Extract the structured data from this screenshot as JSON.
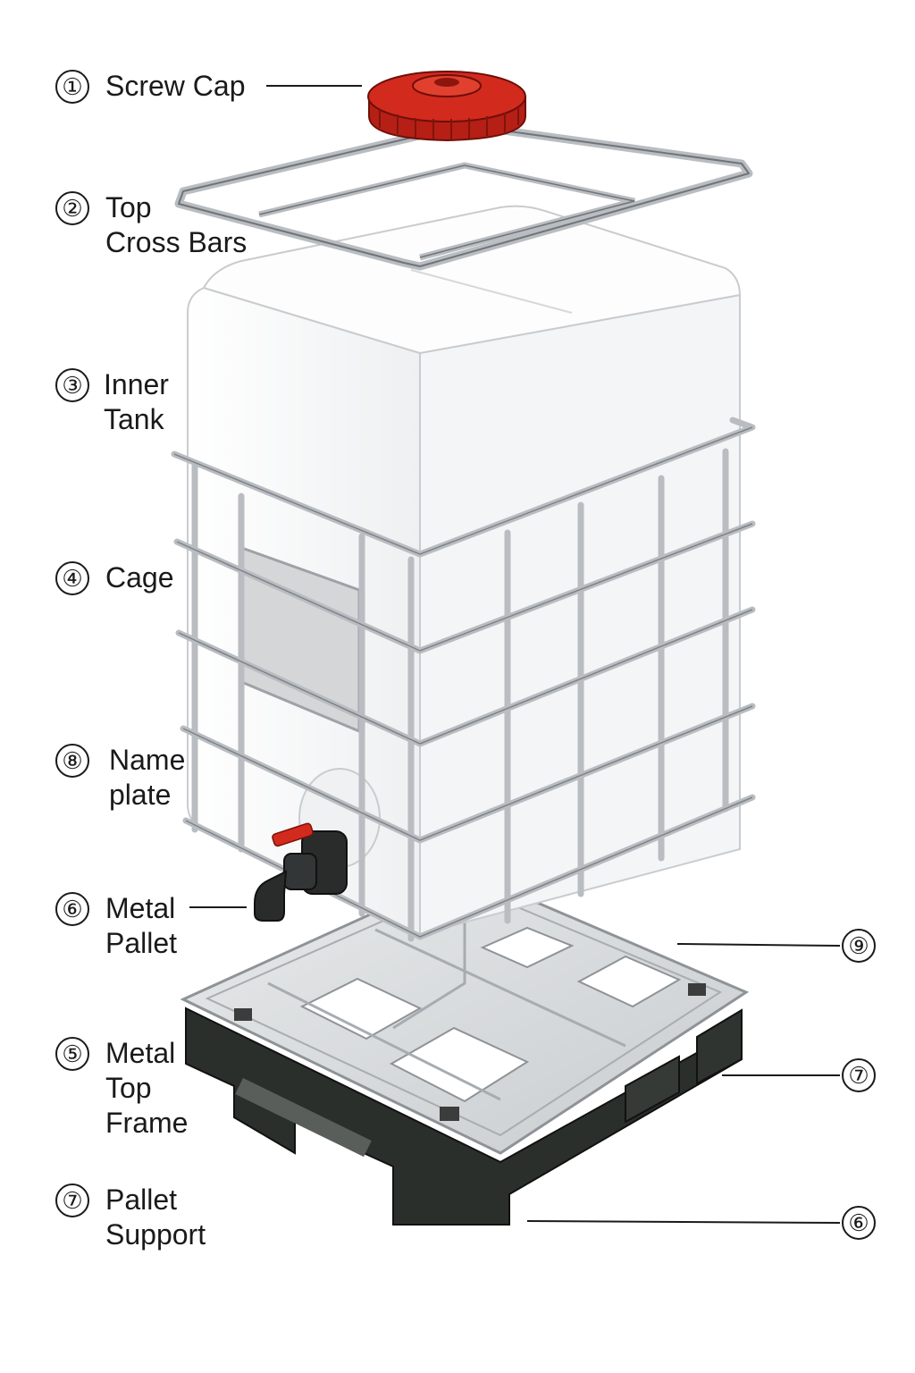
{
  "callouts_left": [
    {
      "id": "screw-cap",
      "number": "①",
      "lines": [
        "Screw Cap"
      ]
    },
    {
      "id": "top-cross-bars",
      "number": "②",
      "lines": [
        "Top",
        "Cross Bars"
      ]
    },
    {
      "id": "inner-tank",
      "number": "③",
      "lines": [
        "Inner",
        "Tank"
      ]
    },
    {
      "id": "cage",
      "number": "④",
      "lines": [
        "Cage"
      ]
    },
    {
      "id": "name-plate",
      "number": "⑧",
      "lines": [
        "Name",
        "plate"
      ]
    },
    {
      "id": "metal-pallet",
      "number": "⑥",
      "lines": [
        "Metal",
        "Pallet"
      ]
    },
    {
      "id": "metal-top-frame",
      "number": "⑤",
      "lines": [
        "Metal",
        "Top",
        "Frame"
      ]
    },
    {
      "id": "pallet-support",
      "number": "⑦",
      "lines": [
        "Pallet",
        "Support"
      ]
    }
  ],
  "callouts_right": [
    {
      "id": "right-9",
      "number": "⑨"
    },
    {
      "id": "right-7",
      "number": "⑦"
    },
    {
      "id": "right-6",
      "number": "⑥"
    }
  ],
  "colors": {
    "cap_red": "#d32a1e",
    "tank_white": "#fbfbfb",
    "steel": "#b9bdc1",
    "pallet_dark": "#2b2f2c",
    "nameplate_grey": "#d4d6d8",
    "valve_black": "#2a2c2c"
  }
}
